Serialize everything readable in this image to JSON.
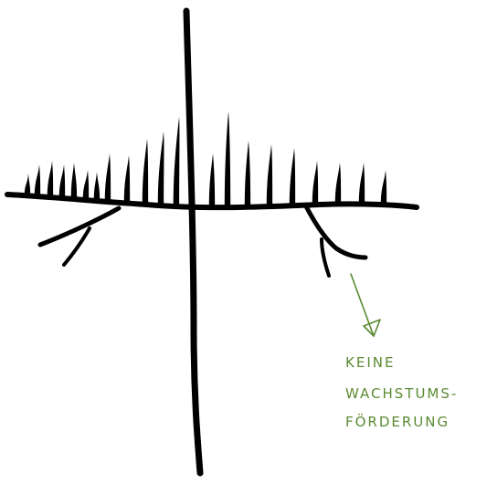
{
  "annotation": {
    "lines": [
      "KEINE",
      "WACHSTUMS-",
      "FÖRDERUNG"
    ],
    "color": "#5a8a32"
  },
  "drawing": {
    "subject": "pruned-branch-sketch",
    "stroke_color": "#000000"
  }
}
